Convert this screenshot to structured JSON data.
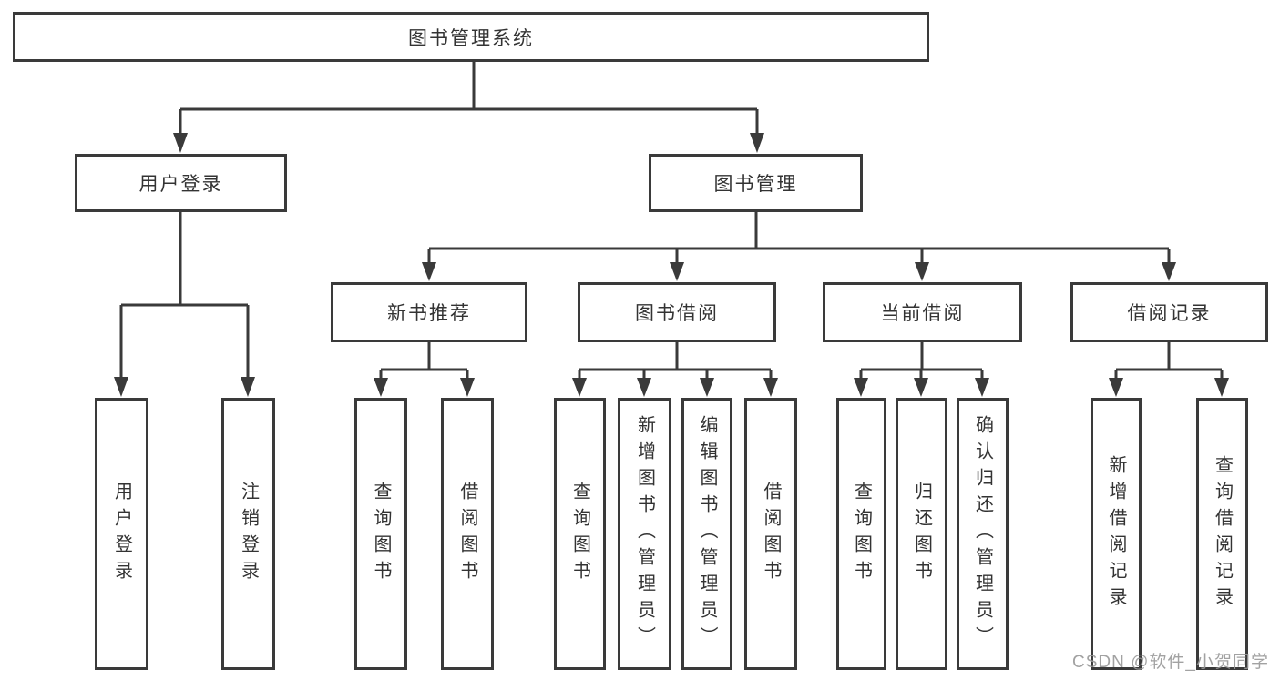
{
  "colors": {
    "line": "#3a3a3a",
    "text": "#333333",
    "background": "#ffffff",
    "watermark_text_color": "#989898"
  },
  "watermark": {
    "text": "CSDN @软件_小贺同学"
  },
  "tree": {
    "label": "图书管理系统",
    "children": [
      {
        "label": "用户登录",
        "children": [
          {
            "label": "用户登录"
          },
          {
            "label": "注销登录"
          }
        ]
      },
      {
        "label": "图书管理",
        "children": [
          {
            "label": "新书推荐",
            "children": [
              {
                "label": "查询图书"
              },
              {
                "label": "借阅图书"
              }
            ]
          },
          {
            "label": "图书借阅",
            "children": [
              {
                "label": "查询图书"
              },
              {
                "label": "新增图书（管理员）"
              },
              {
                "label": "编辑图书（管理员）"
              },
              {
                "label": "借阅图书"
              }
            ]
          },
          {
            "label": "当前借阅",
            "children": [
              {
                "label": "查询图书"
              },
              {
                "label": "归还图书"
              },
              {
                "label": "确认归还（管理员）"
              }
            ]
          },
          {
            "label": "借阅记录",
            "children": [
              {
                "label": "新增借阅记录"
              },
              {
                "label": "查询借阅记录"
              }
            ]
          }
        ]
      }
    ]
  }
}
